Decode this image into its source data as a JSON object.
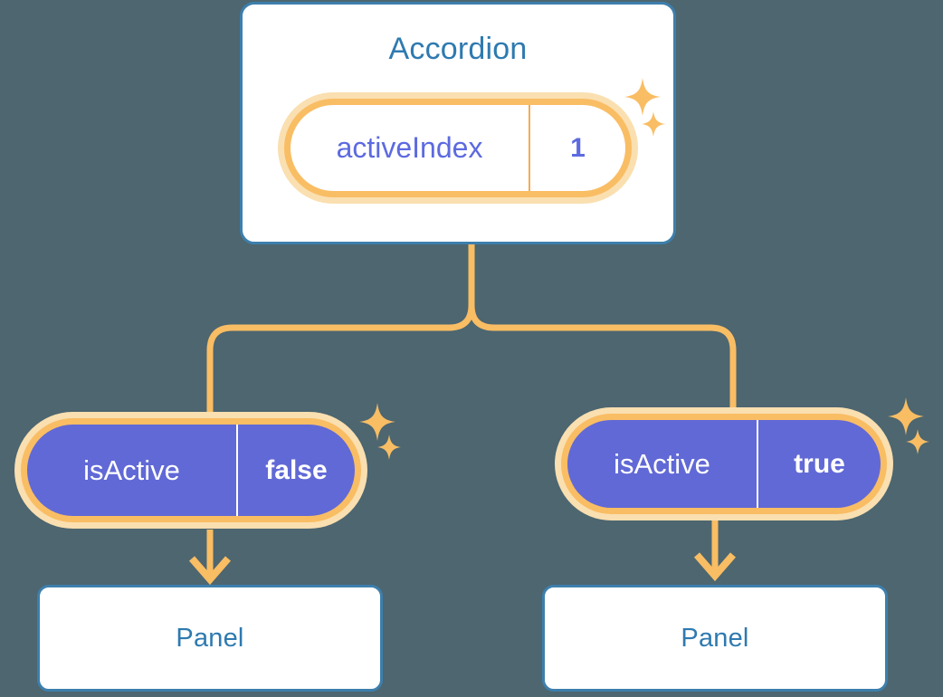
{
  "diagram": {
    "title_component": "Accordion",
    "background_color": "#4d6670",
    "accent_orange": "#f9bd64",
    "accent_orange_light": "#fadfb0",
    "accent_blue": "#3d7fad",
    "accent_purple": "#6169d6"
  },
  "accordion": {
    "label": "Accordion",
    "state": {
      "key": "activeIndex",
      "value": "1"
    }
  },
  "children": [
    {
      "state": {
        "key": "isActive",
        "value": "false"
      },
      "panel": {
        "label": "Panel"
      }
    },
    {
      "state": {
        "key": "isActive",
        "value": "true"
      },
      "panel": {
        "label": "Panel"
      }
    }
  ],
  "icons": {
    "sparkle_large": "sparkle-icon",
    "sparkle_small": "sparkle-icon",
    "arrow_down": "arrow-down-icon"
  }
}
